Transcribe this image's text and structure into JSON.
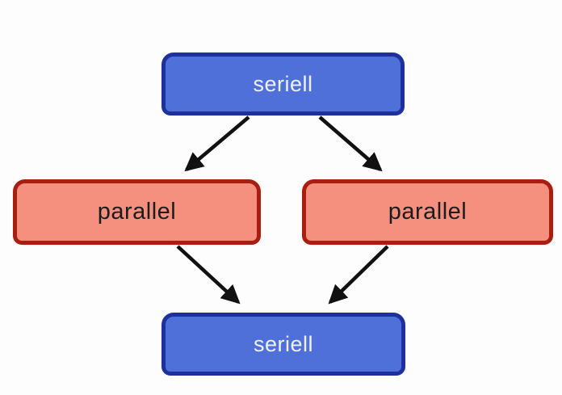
{
  "diagram": {
    "title": "",
    "nodes": [
      {
        "id": "seriell-top",
        "label": "seriell",
        "type": "seriell"
      },
      {
        "id": "parallel-left",
        "label": "parallel",
        "type": "parallel"
      },
      {
        "id": "parallel-right",
        "label": "parallel",
        "type": "parallel"
      },
      {
        "id": "seriell-bottom",
        "label": "seriell",
        "type": "seriell"
      }
    ],
    "edges": [
      {
        "from": "seriell-top",
        "to": "parallel-left"
      },
      {
        "from": "seriell-top",
        "to": "parallel-right"
      },
      {
        "from": "parallel-left",
        "to": "seriell-bottom"
      },
      {
        "from": "parallel-right",
        "to": "seriell-bottom"
      }
    ]
  },
  "colors": {
    "seriell-fill": "#4f70d9",
    "seriell-border": "#1d309e",
    "seriell-text": "#eef2ff",
    "parallel-fill": "#f5907e",
    "parallel-border": "#a81e10",
    "parallel-text": "#1c1c1c",
    "arrow": "#111111",
    "background": "#fdfdfd"
  }
}
